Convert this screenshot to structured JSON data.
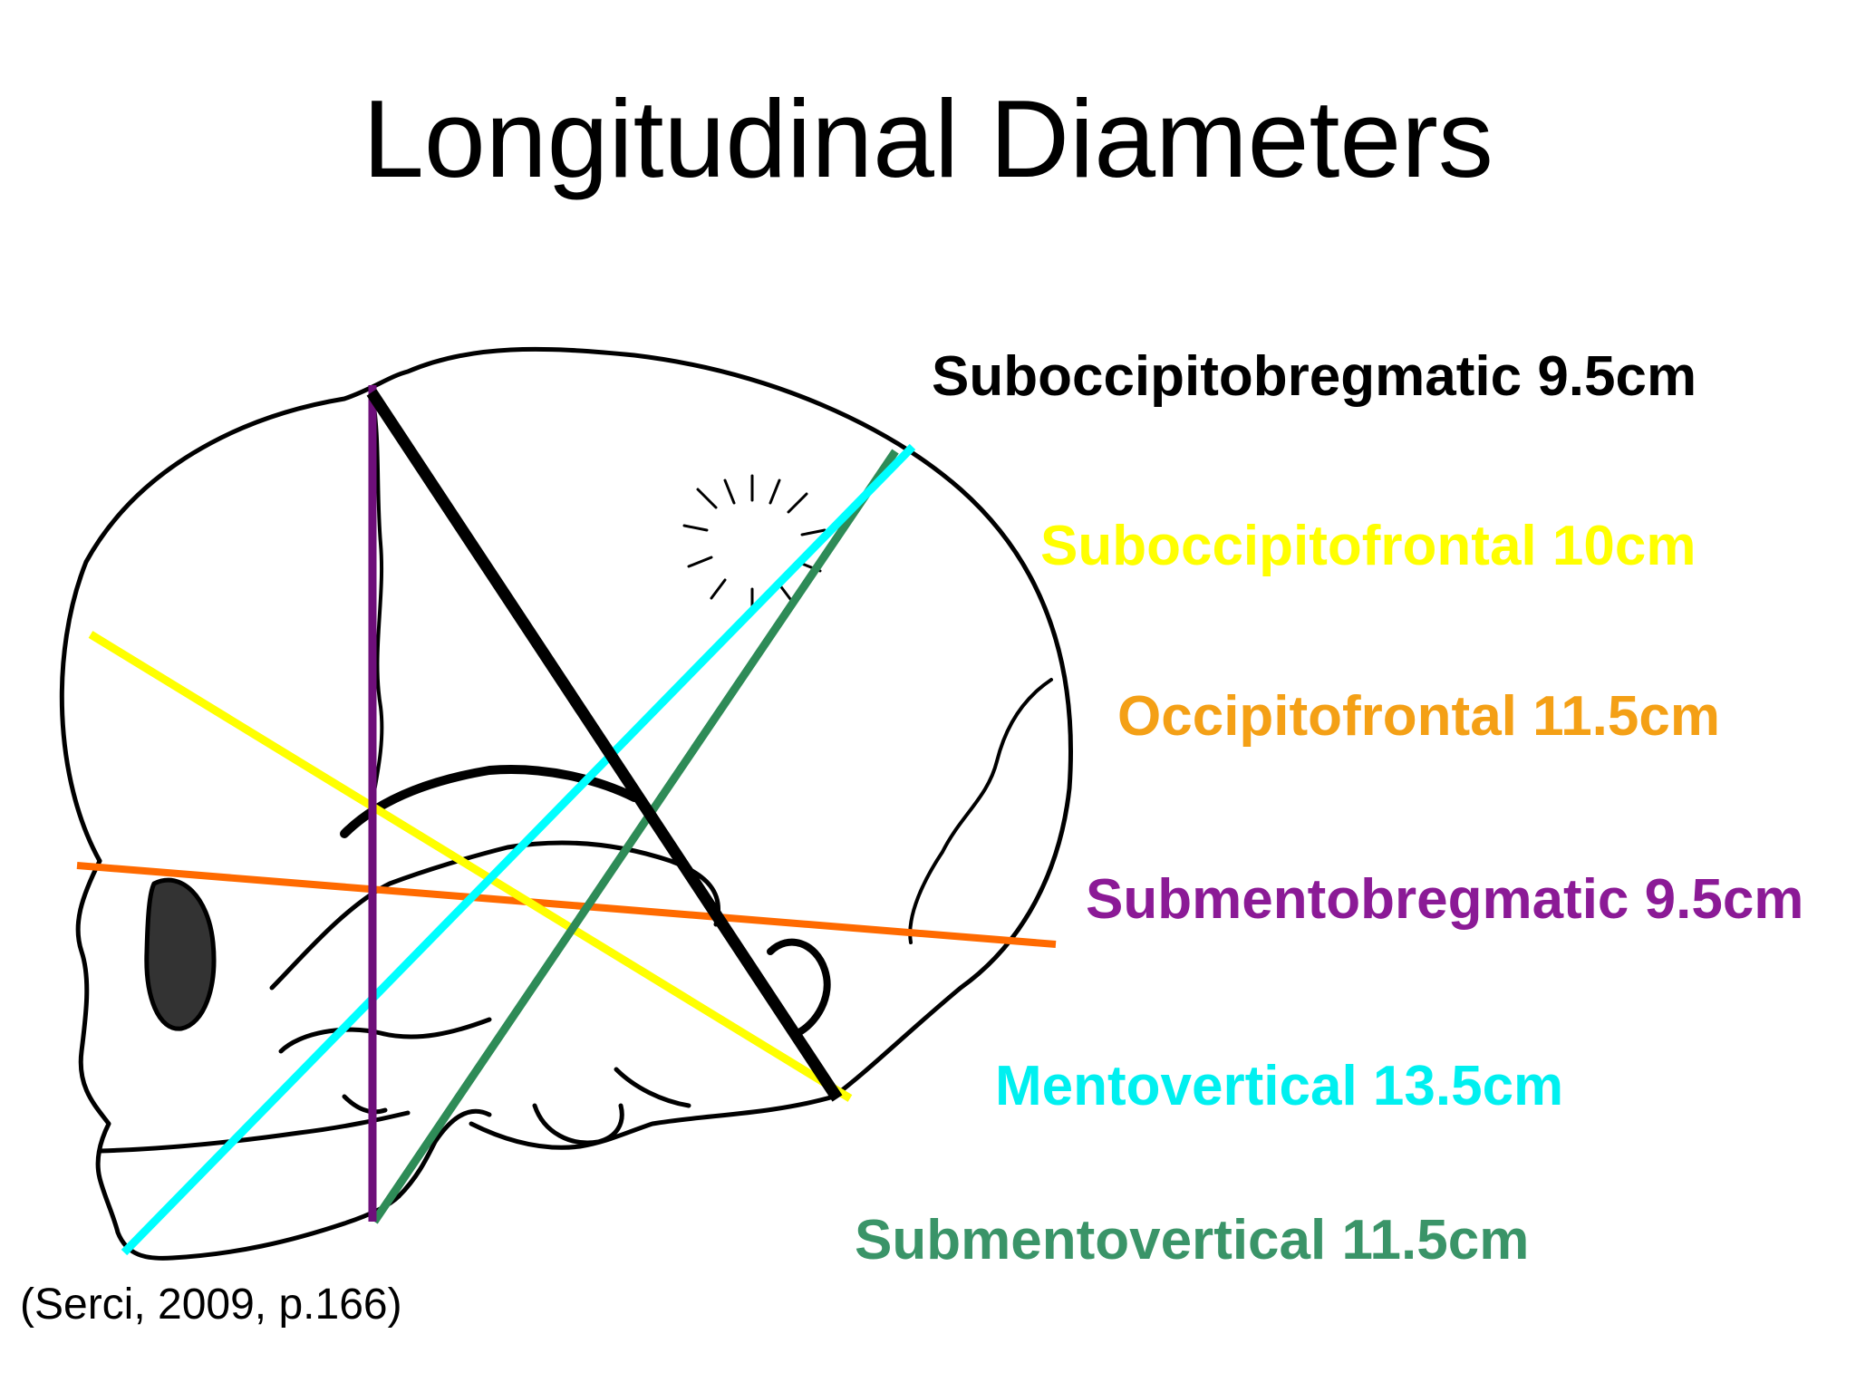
{
  "title": "Longitudinal Diameters",
  "citation": "(Serci, 2009, p.166)",
  "diameters": [
    {
      "label": "Suboccipitobregmatic 9.5cm",
      "color": "#000000"
    },
    {
      "label": "Suboccipitofrontal 10cm",
      "color": "#ffff00"
    },
    {
      "label": "Occipitofrontal 11.5cm",
      "color": "#f4a016"
    },
    {
      "label": "Submentobregmatic 9.5cm",
      "color": "#8b1a96"
    },
    {
      "label": "Mentovertical 13.5cm",
      "color": "#00f0f0"
    },
    {
      "label": "Submentovertical 11.5cm",
      "color": "#3a9468"
    }
  ],
  "line_colors": {
    "suboccipitobregmatic": "#000000",
    "suboccipitofrontal": "#ffff00",
    "occipitofrontal": "#ff6a00",
    "submentobregmatic": "#6e0f7a",
    "mentovertical": "#00ffff",
    "submentovertical": "#2e8b57"
  }
}
